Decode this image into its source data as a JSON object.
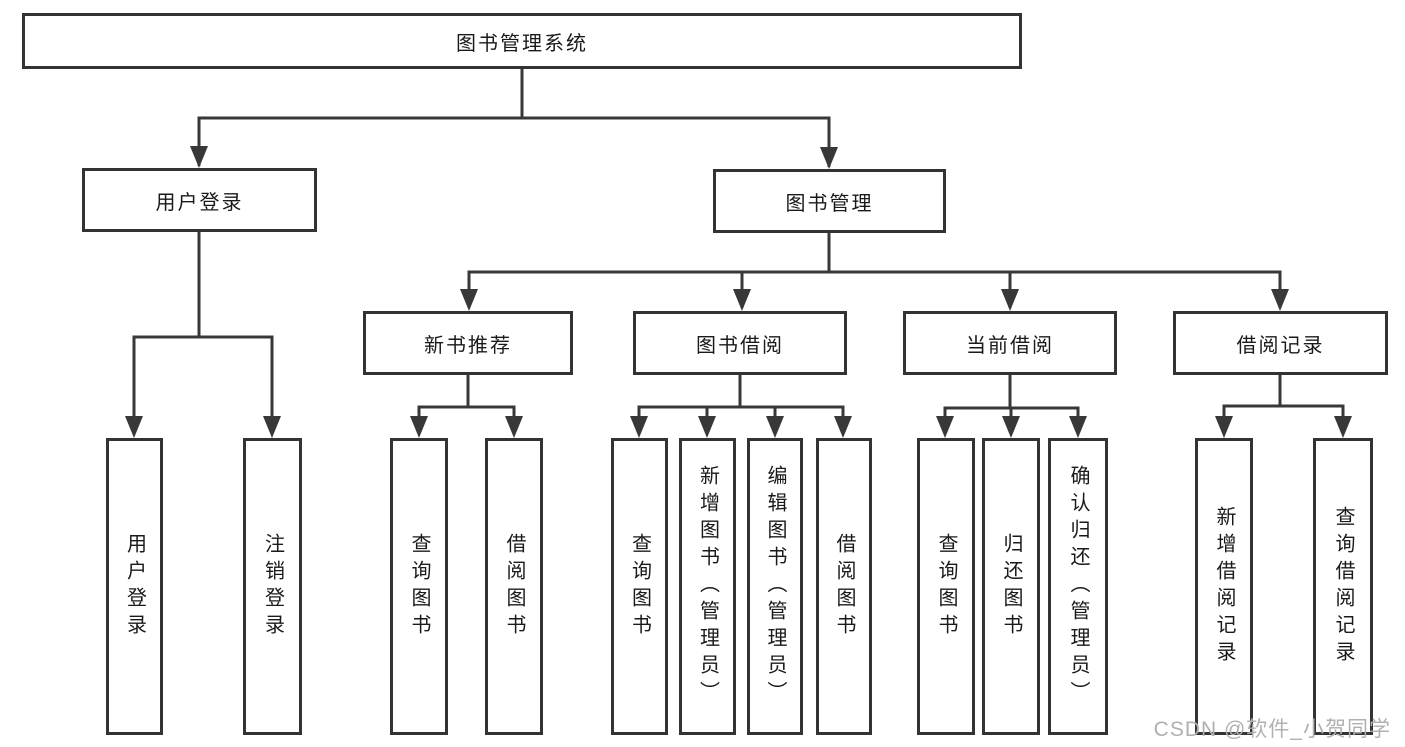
{
  "tree": {
    "root": {
      "label": "图书管理系统",
      "children": [
        {
          "label": "用户登录",
          "children": [
            {
              "label": "用户登录"
            },
            {
              "label": "注销登录"
            }
          ]
        },
        {
          "label": "图书管理",
          "children": [
            {
              "label": "新书推荐",
              "children": [
                {
                  "label": "查询图书"
                },
                {
                  "label": "借阅图书"
                }
              ]
            },
            {
              "label": "图书借阅",
              "children": [
                {
                  "label": "查询图书"
                },
                {
                  "label": "新增图书（管理员）"
                },
                {
                  "label": "编辑图书（管理员）"
                },
                {
                  "label": "借阅图书"
                }
              ]
            },
            {
              "label": "当前借阅",
              "children": [
                {
                  "label": "查询图书"
                },
                {
                  "label": "归还图书"
                },
                {
                  "label": "确认归还（管理员）"
                }
              ]
            },
            {
              "label": "借阅记录",
              "children": [
                {
                  "label": "新增借阅记录"
                },
                {
                  "label": "查询借阅记录"
                }
              ]
            }
          ]
        }
      ]
    }
  },
  "watermark": {
    "text": "CSDN @软件_小贺同学"
  },
  "colors": {
    "line": "#383838",
    "box-border": "#333333",
    "box-fill": "#ffffff",
    "text": "#1a1a1a",
    "watermark": "#b0b0b0",
    "bg": "#ffffff"
  }
}
